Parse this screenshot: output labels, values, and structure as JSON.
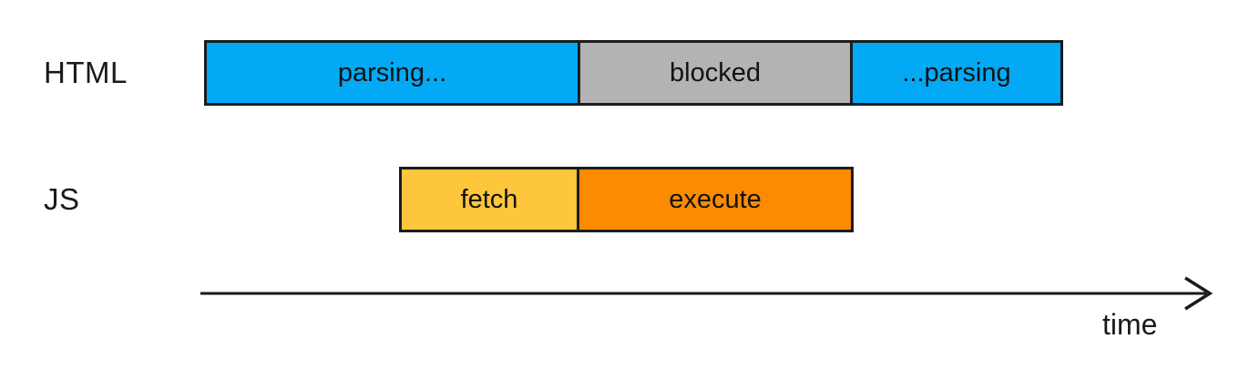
{
  "rows": [
    {
      "label": "HTML",
      "segments": [
        {
          "text": "parsing...",
          "color": "#03a9f4"
        },
        {
          "text": "blocked",
          "color": "#b3b3b3"
        },
        {
          "text": "...parsing",
          "color": "#03a9f4"
        }
      ]
    },
    {
      "label": "JS",
      "segments": [
        {
          "text": "fetch",
          "color": "#fdc63d"
        },
        {
          "text": "execute",
          "color": "#fb8b00"
        }
      ]
    }
  ],
  "axis": {
    "label": "time"
  },
  "colors": {
    "bar_border": "#1c1c1c",
    "arrow": "#1a1a1a",
    "text": "#121212",
    "background": "#ffffff"
  }
}
